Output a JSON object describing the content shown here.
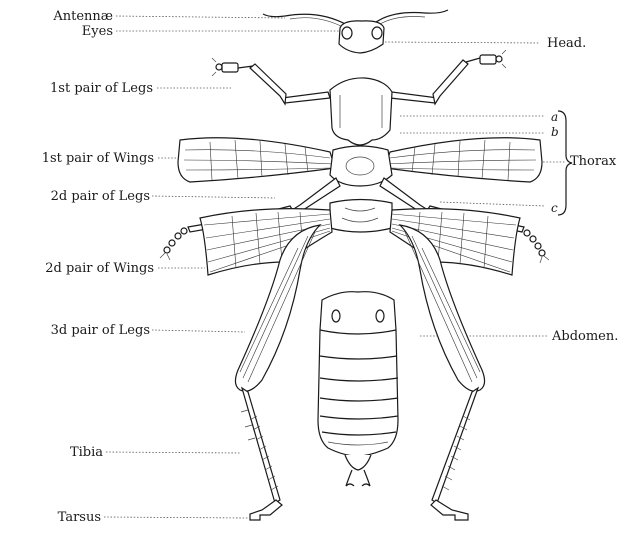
{
  "labels": {
    "antennae": "Antennæ",
    "eyes": "Eyes",
    "head": "Head.",
    "legs1": "1st pair of Legs",
    "wings1": "1st pair of Wings",
    "legs2": "2d pair of Legs",
    "wings2": "2d pair of Wings",
    "legs3": "3d pair of Legs",
    "tibia": "Tibia",
    "tarsus": "Tarsus",
    "abdomen": "Abdomen.",
    "thorax": "Thorax",
    "seg_a": "a",
    "seg_b": "b",
    "seg_c": "c"
  }
}
